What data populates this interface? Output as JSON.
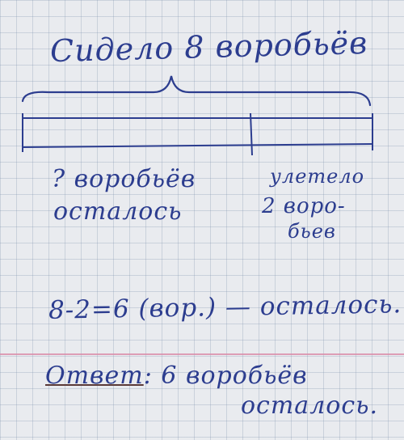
{
  "title": "Сидело 8 воробьёв",
  "left_segment": {
    "line1": "? воробьёв",
    "line2": "осталось"
  },
  "right_segment": {
    "line1": "улетело",
    "line2": "2 воро-",
    "line3": "бьев"
  },
  "equation": "8-2=6 (вор.) — осталось.",
  "answer": {
    "label": "Ответ",
    "line1": ": 6 воробьёв",
    "line2": "осталось."
  },
  "colors": {
    "ink": "#2c3d8f",
    "grid": "#a6b3c8",
    "margin": "#d98aa6"
  }
}
